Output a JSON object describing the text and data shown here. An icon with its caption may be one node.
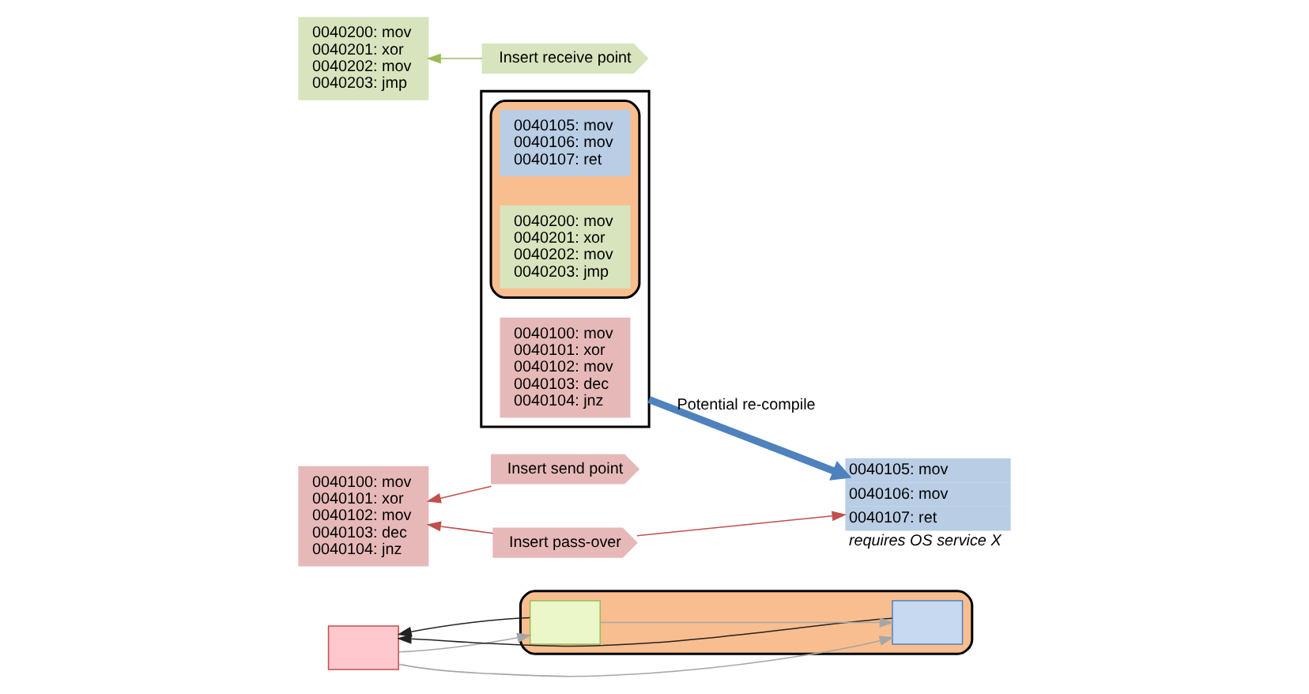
{
  "diagram": {
    "nodes": [
      {
        "text": [],
        "shape": "box"
      },
      {
        "text": [],
        "shape": "cloud"
      },
      {
        "text": [],
        "shape": "box",
        "in": 1
      },
      {
        "text": [],
        "shape": "box",
        "in": 1
      },
      {
        "text": [],
        "shape": "box"
      },
      {
        "text": [
          "0040100: mov",
          "0040101: xor",
          "0040102: mov",
          "0040103: dec",
          "0040104: jnz"
        ],
        "in": 4
      },
      {
        "text": [],
        "shape": "box",
        "in": 4
      },
      {
        "text": [
          "0040105: mov",
          "0040106: mov",
          "0040107: ret"
        ],
        "in": 6
      },
      {
        "text": [
          "0040200: mov",
          "0040201: xor",
          "0040202: mov",
          "0040203: jmp"
        ],
        "in": 6
      },
      {
        "text": [
          "0040100: mov",
          "0040101: xor",
          "0040102: mov",
          "0040103: dec",
          "0040104: jnz"
        ]
      },
      {
        "text": [
          "Insert send point"
        ]
      },
      {
        "text": [
          "Insert pass-over"
        ]
      },
      {
        "text": [
          "0040105: mov",
          "0040106: mov",
          "0040107: ret"
        ],
        "beside": [
          "requires OS service X"
        ]
      },
      {
        "text": [
          "0040200: mov",
          "0040201: xor",
          "0040202: mov",
          "0040203: jmp"
        ]
      },
      {
        "text": [
          "Insert receive point"
        ]
      }
    ],
    "edges": [
      {
        "from": 0,
        "to": 2,
        "arrow": "to"
      },
      {
        "from": 0,
        "to": 3,
        "arrow": "to"
      },
      {
        "from": 2,
        "to": 3,
        "arrow": "to"
      },
      {
        "from": 3,
        "to": 0,
        "arrow": "to",
        "color": "#222222"
      },
      {
        "from": 2,
        "to": 0,
        "arrow": "to",
        "color": "#222222"
      },
      {
        "from": 4,
        "to": 12,
        "arrow": "to",
        "label": "Potential re-compile",
        "style": "thick",
        "color": "#4f81bd"
      },
      {
        "from": 10,
        "to": 9,
        "arrow": "to",
        "color": "#c0504d"
      },
      {
        "from": 11,
        "to": 9,
        "arrow": "to",
        "color": "#c0504d"
      },
      {
        "from": 11,
        "to": 12,
        "arrow": "to",
        "color": "#c0504d"
      },
      {
        "from": 14,
        "to": 13,
        "arrow": "to",
        "color": "#9bbb59"
      }
    ]
  }
}
